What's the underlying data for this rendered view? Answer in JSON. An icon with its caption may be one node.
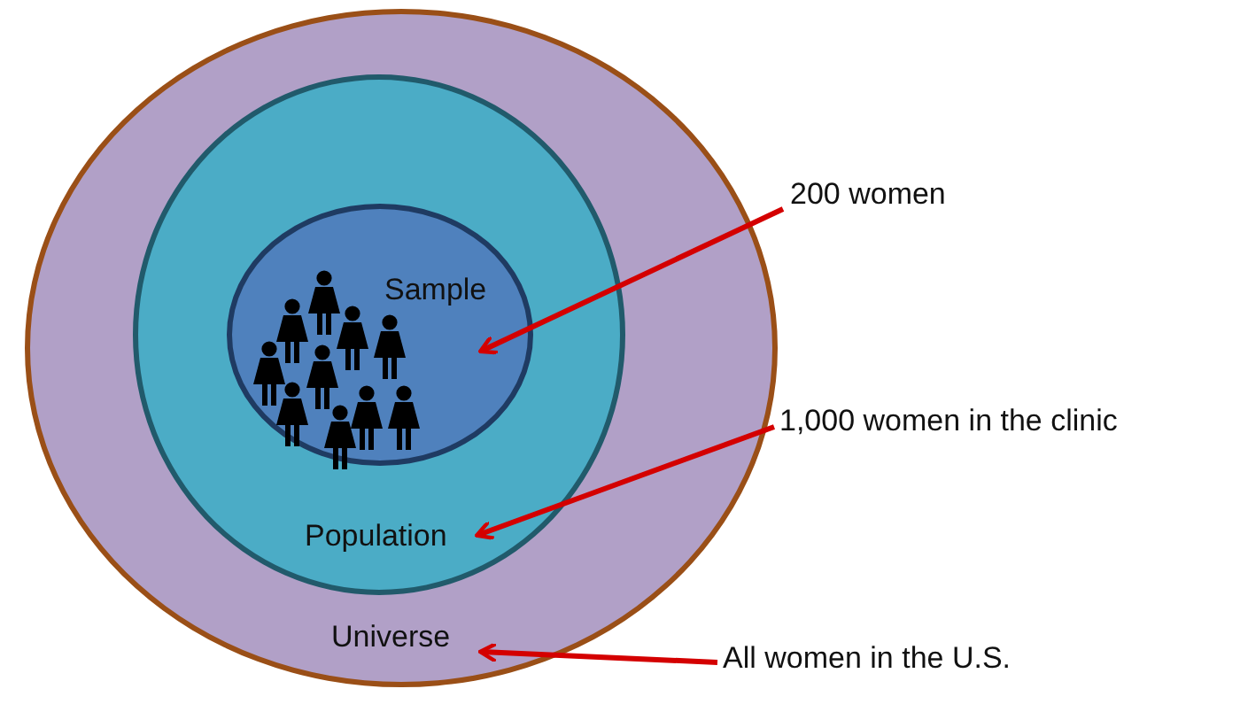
{
  "diagram": {
    "nodes": [
      {
        "text": [
          "Universe"
        ]
      },
      {
        "text": [
          "Population"
        ],
        "in": 0
      },
      {
        "text": [
          "Sample"
        ],
        "in": 1
      },
      {
        "text": [
          "200 women"
        ]
      },
      {
        "text": [
          "1,000 women in the clinic"
        ]
      },
      {
        "text": [
          "All women in the U.S."
        ]
      }
    ],
    "edges": [
      {
        "from": 3,
        "to": 2,
        "arrow": "to"
      },
      {
        "from": 4,
        "to": 1,
        "arrow": "to"
      },
      {
        "from": 5,
        "to": 0,
        "arrow": "to"
      }
    ]
  }
}
